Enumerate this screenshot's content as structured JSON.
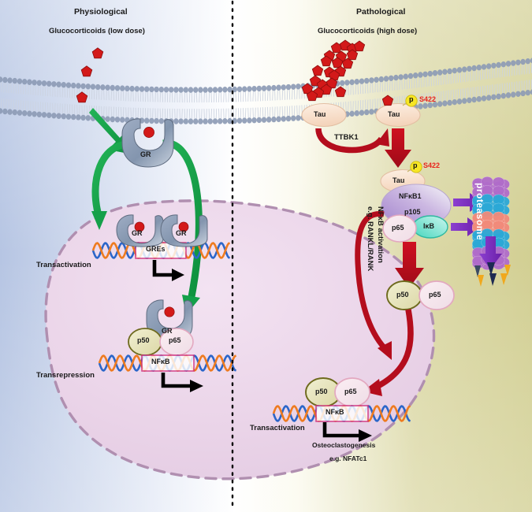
{
  "figure": {
    "type": "biological-pathway-diagram",
    "title": "Glucocorticoid signalling: physiological vs pathological"
  },
  "panels": {
    "left": {
      "heading": "Physiological",
      "ligand_label": "Glucocorticoids (low dose)"
    },
    "right": {
      "heading": "Pathological",
      "ligand_label": "Glucocorticoids (high dose)"
    }
  },
  "left_panel": {
    "receptor_cytoplasm": "GR",
    "receptor_dna_1": "GR",
    "receptor_dna_2": "GR",
    "gre_box": "GREs",
    "transactivation": "Transactivation",
    "gr_transrepression": "GR",
    "p50": "p50",
    "p65": "p65",
    "nfkb_box": "NFκB",
    "transrepression": "Transrepression"
  },
  "right_panel": {
    "tau_1": "Tau",
    "tau_2": "Tau",
    "kinase": "TTBK1",
    "phospho_mark": "p",
    "phospho_site": "S422",
    "tau_3": "Tau",
    "nfkb1": "NFκB1",
    "p105": "p105",
    "ikb": "IκB",
    "p65_complex": "p65",
    "proteasome": "proteasome",
    "feedback_line1": "NFκB activation",
    "feedback_line2": "e.g. RANKL/RANK",
    "p50_free": "p50",
    "p65_free": "p65",
    "nfkb_box": "NFκB",
    "transactivation": "Transactivation",
    "output_line1": "Osteoclastogenesis",
    "output_line2": "e.g. NFATc1"
  },
  "colors": {
    "bg_left": "#b6c5e3",
    "bg_mid": "#ffffff",
    "bg_right": "#d6d39c",
    "nucleus_fill": "#ecd7e9",
    "nucleus_border": "#b08fb0",
    "ligand_red": "#d31919",
    "arrow_green": "#16a84a",
    "arrow_red": "#c10d1e",
    "arrow_purple": "#7b2fbe",
    "membrane_head": "#8d9bb5",
    "dna_blue": "#2b66c9",
    "dna_orange": "#ee7b20",
    "gr_grey": "#8c9cb5",
    "tau_peach": "#f7ddc8",
    "nfkb1_purple": "#b9a0d6",
    "ikb_teal": "#6fe0cc",
    "p65_pink": "#f6dfe7",
    "p50_olive": "#e4e2bb",
    "p50_border": "#6e6a1e",
    "phospho_yellow": "#f7e625",
    "divider": "#000000"
  }
}
